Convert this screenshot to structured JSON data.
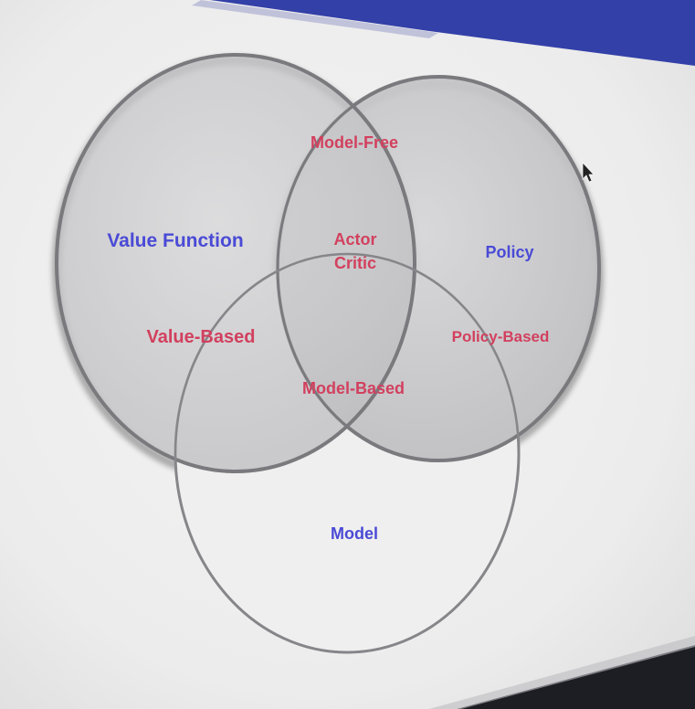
{
  "diagram": {
    "type": "venn",
    "sets": {
      "value_function": "Value Function",
      "policy": "Policy",
      "model": "Model"
    },
    "regions": {
      "model_free": "Model-Free",
      "actor_critic_line1": "Actor",
      "actor_critic_line2": "Critic",
      "value_based": "Value-Based",
      "policy_based": "Policy-Based",
      "model_based": "Model-Based"
    }
  },
  "colors": {
    "set_label": "#4a4ad6",
    "region_label": "#d2405e",
    "circle_fill": "#c9c9cc",
    "circle_stroke": "#7a7a7e",
    "slide_background": "#efefef",
    "projector_top": "#3340a8",
    "bottom_bezel": "#1d1d24"
  },
  "icons": {
    "pointer": "mouse-pointer-icon"
  }
}
